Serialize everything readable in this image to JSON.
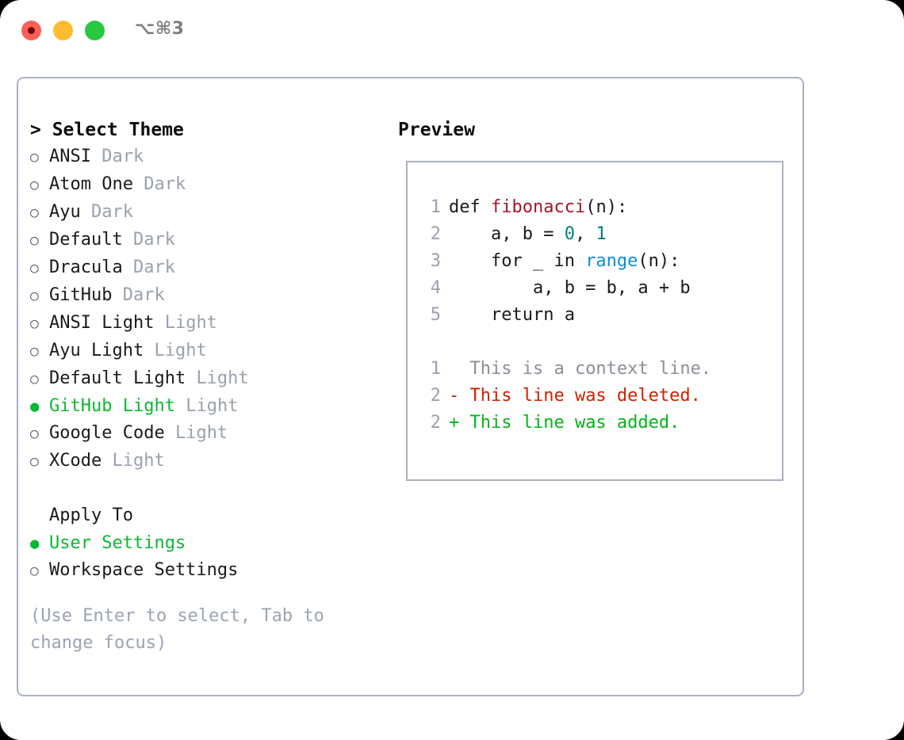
{
  "titlebar": {
    "shortcut": "⌥⌘3",
    "buttons": [
      {
        "name": "close",
        "color": "#ff5f57"
      },
      {
        "name": "minimize",
        "color": "#febc2e"
      },
      {
        "name": "maximize",
        "color": "#28c840"
      }
    ]
  },
  "colors": {
    "panel_border": "#aab2c0",
    "selected_green": "#0ab832",
    "muted": "#9aa1ad",
    "hint": "#9aa3b2",
    "func_red": "#a0172a",
    "number_teal": "#007f7b",
    "builtin_blue": "#0a8fd6",
    "diff_delete": "#cc2200",
    "diff_add": "#00b515",
    "diff_context": "#8a8f98"
  },
  "theme_list": {
    "header": "> Select Theme",
    "items": [
      {
        "marker": "○",
        "name": "ANSI",
        "variant": "Dark",
        "selected": false
      },
      {
        "marker": "○",
        "name": "Atom One",
        "variant": "Dark",
        "selected": false
      },
      {
        "marker": "○",
        "name": "Ayu",
        "variant": "Dark",
        "selected": false
      },
      {
        "marker": "○",
        "name": "Default",
        "variant": "Dark",
        "selected": false
      },
      {
        "marker": "○",
        "name": "Dracula",
        "variant": "Dark",
        "selected": false
      },
      {
        "marker": "○",
        "name": "GitHub",
        "variant": "Dark",
        "selected": false
      },
      {
        "marker": "○",
        "name": "ANSI Light",
        "variant": "Light",
        "selected": false
      },
      {
        "marker": "○",
        "name": "Ayu Light",
        "variant": "Light",
        "selected": false
      },
      {
        "marker": "○",
        "name": "Default Light",
        "variant": "Light",
        "selected": false
      },
      {
        "marker": "●",
        "name": "GitHub Light",
        "variant": "Light",
        "selected": true
      },
      {
        "marker": "○",
        "name": "Google Code",
        "variant": "Light",
        "selected": false
      },
      {
        "marker": "○",
        "name": "XCode",
        "variant": "Light",
        "selected": false
      }
    ]
  },
  "apply_to": {
    "header": "Apply To",
    "items": [
      {
        "marker": "●",
        "name": "User Settings",
        "selected": true
      },
      {
        "marker": "○",
        "name": "Workspace Settings",
        "selected": false
      }
    ]
  },
  "hint": "(Use Enter to select, Tab to change focus)",
  "preview": {
    "title": "Preview",
    "code_lines": [
      {
        "lineno": "1",
        "tokens": [
          {
            "text": "def ",
            "type": "plain"
          },
          {
            "text": "fibonacci",
            "type": "func"
          },
          {
            "text": "(n):",
            "type": "plain"
          }
        ]
      },
      {
        "lineno": "2",
        "tokens": [
          {
            "text": "    a, b = ",
            "type": "plain"
          },
          {
            "text": "0",
            "type": "number"
          },
          {
            "text": ", ",
            "type": "plain"
          },
          {
            "text": "1",
            "type": "number"
          }
        ]
      },
      {
        "lineno": "3",
        "tokens": [
          {
            "text": "    for _ in ",
            "type": "plain"
          },
          {
            "text": "range",
            "type": "builtin"
          },
          {
            "text": "(n):",
            "type": "plain"
          }
        ]
      },
      {
        "lineno": "4",
        "tokens": [
          {
            "text": "        a, b = b, a + b",
            "type": "plain"
          }
        ]
      },
      {
        "lineno": "5",
        "tokens": [
          {
            "text": "    return a",
            "type": "plain"
          }
        ]
      }
    ],
    "diff_lines": [
      {
        "lineno": "1",
        "sign": " ",
        "text": " This is a context line.",
        "type": "context"
      },
      {
        "lineno": "2",
        "sign": "-",
        "text": " This line was deleted.",
        "type": "delete"
      },
      {
        "lineno": "2",
        "sign": "+",
        "text": " This line was added.",
        "type": "add"
      }
    ]
  }
}
